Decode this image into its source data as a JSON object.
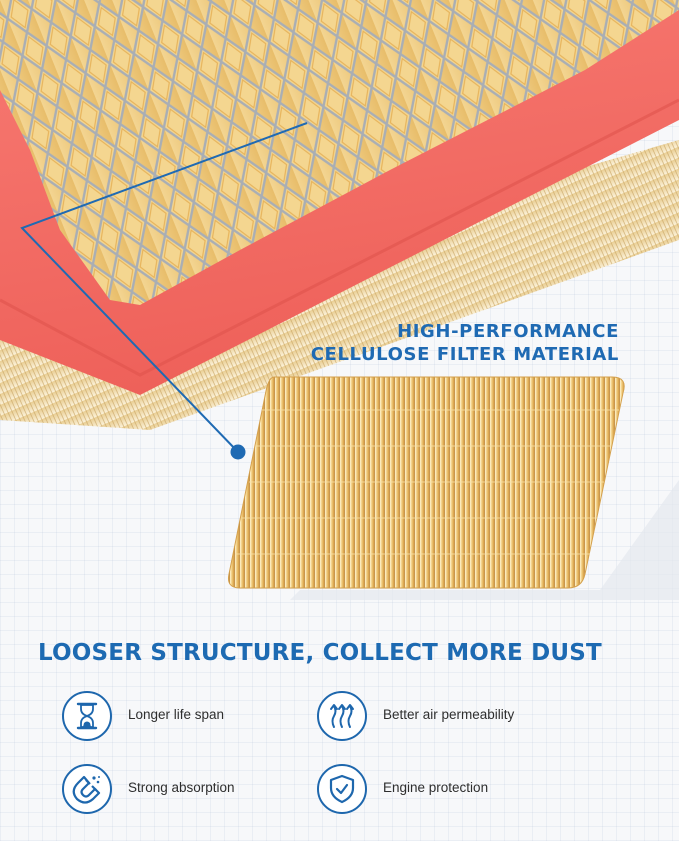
{
  "callout": {
    "line1": "HIGH-PERFORMANCE",
    "line2": "CELLULOSE FILTER MATERIAL"
  },
  "section_title": "LOOSER STRUCTURE, COLLECT MORE DUST",
  "features": [
    {
      "label": "Longer life span",
      "icon": "hourglass-icon"
    },
    {
      "label": "Better air permeability",
      "icon": "airflow-arrows-icon"
    },
    {
      "label": "Strong absorption",
      "icon": "magnet-icon"
    },
    {
      "label": "Engine protection",
      "icon": "shield-check-icon"
    }
  ],
  "colors": {
    "accent_blue": "#1f6ab3",
    "frame_coral": "#f56f68",
    "media_yellow": "#f1cf86"
  }
}
